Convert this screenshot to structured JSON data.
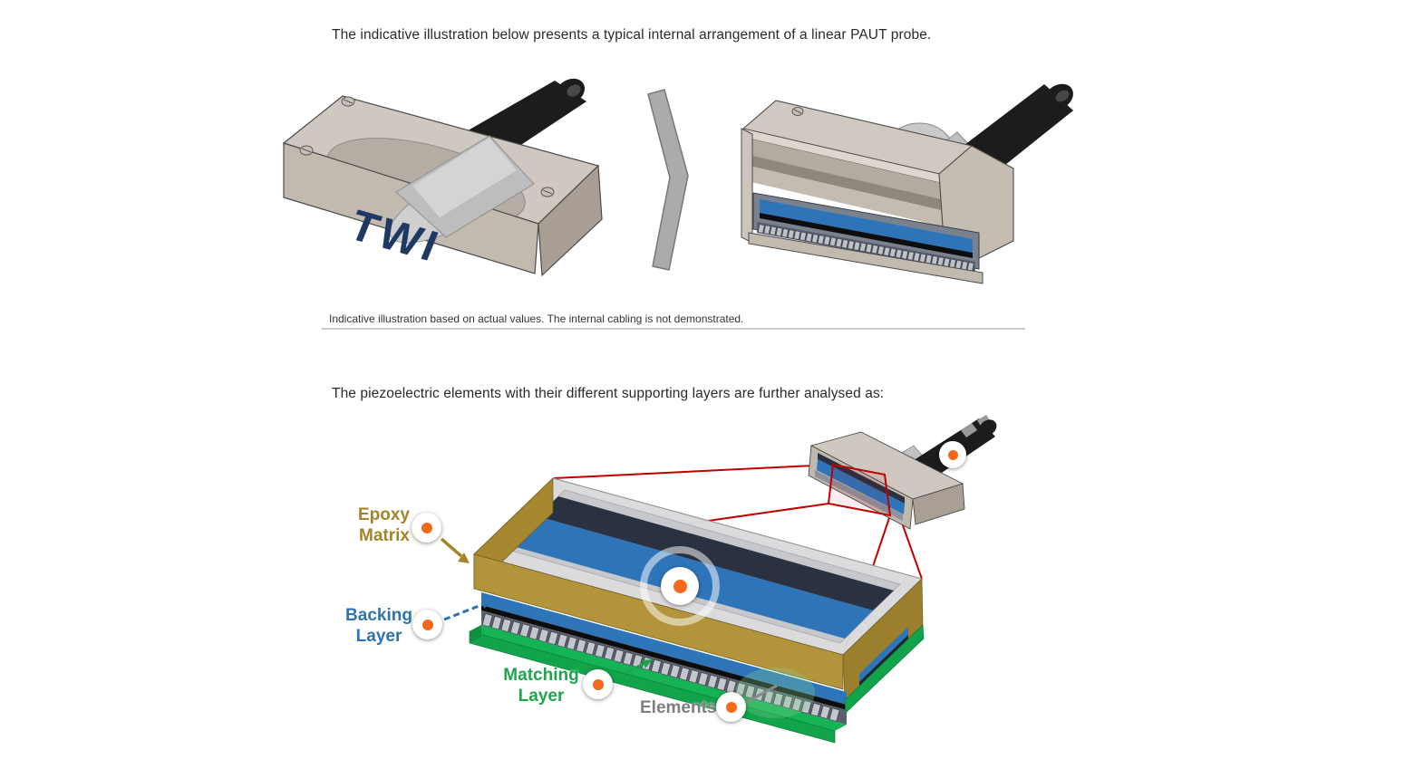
{
  "page": {
    "background": "#ffffff",
    "text_color": "#2a2a2a"
  },
  "intro_paragraph": "The indicative illustration below presents a typical internal arrangement of a linear PAUT probe.",
  "figure1": {
    "probe_brand": "TWI",
    "caption": "Indicative illustration based on actual values. The internal cabling is not demonstrated."
  },
  "second_paragraph": "The piezoelectric elements with their different supporting layers are further analysed as:",
  "figure2": {
    "labels": {
      "epoxy": {
        "line1": "Epoxy",
        "line2": "Matrix",
        "color": "#a3842b"
      },
      "backing": {
        "line1": "Backing",
        "line2": "Layer",
        "color": "#2e74b5"
      },
      "matching": {
        "line1": "Matching",
        "line2": "Layer",
        "color": "#1fa34d"
      },
      "elements": {
        "line1": "Elements",
        "color": "#7f7f7f"
      }
    },
    "hotspot_dot_color": "#f5691d"
  },
  "colors": {
    "divider": "#cccccc",
    "probe_case": "#cfc8c0",
    "backing_blue": "#2e74b9",
    "epoxy_gold": "#b3943a",
    "matching_green": "#12a44b",
    "element_grey": "#c3c7cd",
    "navy_layer": "#2a3140",
    "callout_red": "#c00000",
    "hotspot_orange": "#f5691d",
    "brand_navy": "#1f3864"
  }
}
